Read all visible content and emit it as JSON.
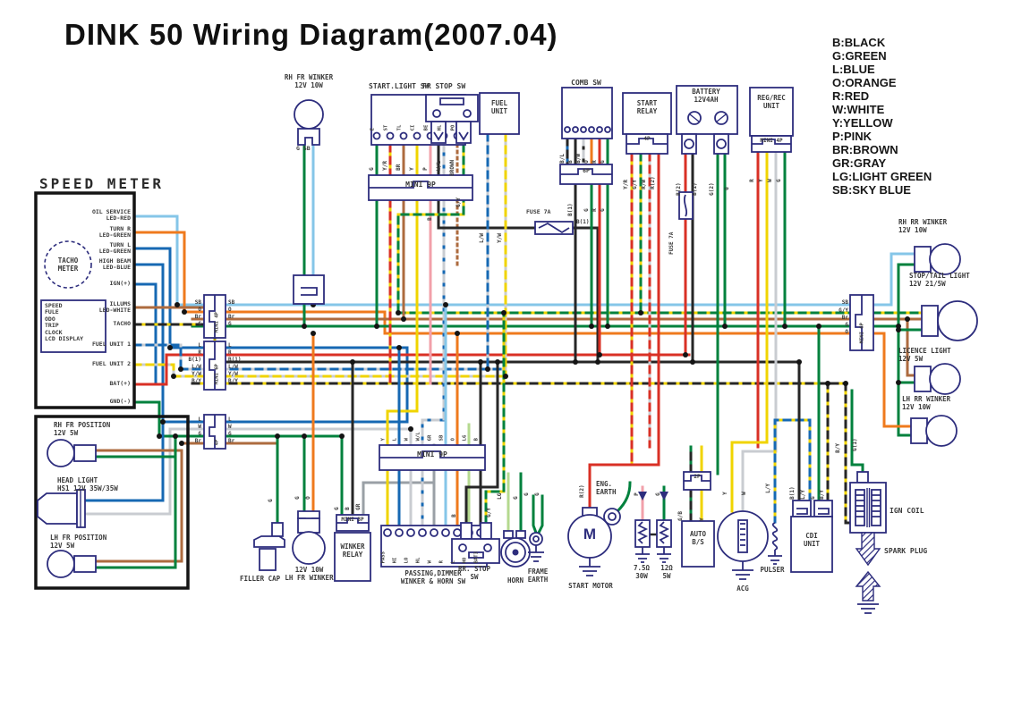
{
  "title": "DINK 50 Wiring Diagram(2007.04)",
  "legend": [
    "B:BLACK",
    "G:GREEN",
    "L:BLUE",
    "O:ORANGE",
    "R:RED",
    "W:WHITE",
    "Y:YELLOW",
    "P:PINK",
    "BR:BROWN",
    "GR:GRAY",
    "LG:LIGHT GREEN",
    "SB:SKY BLUE"
  ],
  "colors": {
    "black": "#262626",
    "green": "#00813d",
    "blue": "#1668b3",
    "orange": "#ef7a1d",
    "red": "#d93025",
    "white": "#c9ccd1",
    "yellow": "#f0d400",
    "pink": "#f2a0aa",
    "brown": "#ad6b3f",
    "gray": "#9aa0a6",
    "light_green": "#b5d98f",
    "sky_blue": "#85c6e8",
    "outline": "#2d2d7d",
    "label": "#3a3a3a"
  },
  "speed_meter": {
    "title": "SPEED METER",
    "tacho": "TACHO\nMETER",
    "display": "SPEED\nFULE\nODO\nTRIP\nCLOCK\nLCD DISPLAY",
    "pins": [
      "OIL SERVICE\nLED-RED",
      "TURN R\nLED-GREEN",
      "TURN L\nLED-GREEN",
      "HIGH BEAM\nLED-BLUE",
      "IGN(+)",
      "ILLUMS\nLED-WHITE",
      "TACHO",
      "FUEL UNIT 1",
      "FUEL UNIT 2",
      "BAT(+)",
      "GND(-)"
    ]
  },
  "front": {
    "rh_position": "RH FR POSITION\n12V 5W",
    "head_light": "HEAD LIGHT\nHS1 12V 35W/35W",
    "lh_position": "LH FR POSITION\n12V 5W"
  },
  "top": {
    "rh_fr_winker": "RH FR WINKER\n12V 10W",
    "rh_fr_winker_wires": "G SB",
    "start_light_sw": "START.LIGHT SW",
    "start_light_pins": [
      "E",
      "ST",
      "TL",
      "CI",
      "BE",
      "HL",
      "PO"
    ],
    "start_light_wires": [
      "G",
      "Y/R",
      "BR",
      "Y",
      "P",
      "W/L",
      "BROWN"
    ],
    "mini9p_top": "MINI 9P",
    "fr_stop_sw": "FR STOP SW",
    "fr_stop_wires": [
      "B",
      "G/Y"
    ],
    "fuel_unit": "FUEL\nUNIT",
    "fuel_unit_wires": [
      "L/W",
      "Y/W"
    ],
    "fuse_h": "FUSE 7A",
    "fuse_h_wires": [
      "B",
      "B(1)"
    ],
    "comb_sw": "COMB SW",
    "comb_wires": [
      "B/L",
      "B",
      "B/W",
      "O",
      "R",
      "G"
    ],
    "comb_conn": "6P",
    "comb_lower_wires": [
      "B(1)",
      "G",
      "R",
      "G"
    ],
    "start_relay": "START\nRELAY",
    "relay_conn": "4P",
    "relay_wires": [
      "Y/R",
      "G/Y",
      "R/W",
      "R(2)"
    ],
    "battery": "BATTERY\n12V4AH",
    "battery_wires": [
      "R(2)",
      "B(1)",
      "G(2)",
      "G"
    ],
    "fuse_v": "FUSE 7A",
    "regrec": "REG/REC\nUNIT",
    "regrec_conn": "MINI 4P",
    "regrec_wires": [
      "R",
      "Y",
      "W",
      "G"
    ]
  },
  "left_conn": {
    "c1": "MINI 4P",
    "c1_wires": [
      "SB",
      "O",
      "Br",
      "G"
    ],
    "c2": "MINI 6P",
    "c2_wires": [
      "L",
      "R",
      "B(1)",
      "L/W",
      "Y/W",
      "B/Y"
    ],
    "c3": "4P",
    "c3_wires": [
      "L",
      "W",
      "G",
      "Br"
    ]
  },
  "right": {
    "conn": "MINI 6P",
    "conn_wires": [
      "SB",
      "G/Y",
      "Br",
      "G",
      "O"
    ],
    "rh_rr_winker": "RH RR WINKER\n12V 10W",
    "stop_tail": "STOP/TAIL LIGHT\n12V 21/5W",
    "licence": "LICENCE LIGHT\n12V 5W",
    "lh_rr_winker": "LH RR WINKER\n12V 10W"
  },
  "bottom": {
    "filler_cap": "FILLER CAP",
    "filler_wire": "G",
    "lh_fr_winker": "12V 10W\nLH FR WINKER",
    "lh_fr_winker_wires": [
      "G",
      "O"
    ],
    "winker_relay": "WINKER\nRELAY",
    "winker_conn": "MINI 3P",
    "winker_wires": [
      "G",
      "B",
      "GR"
    ],
    "mini9p": "MINI 9P",
    "mini9p_wires": [
      "Y",
      "L",
      "W",
      "W/L",
      "GR",
      "SB",
      "O",
      "LG",
      "B"
    ],
    "passing_sw": "PASSING,DIMMER\nWINKER & HORN SW",
    "passing_pins": [
      "PASS",
      "HI",
      "LO",
      "HL",
      "W",
      "R",
      "L",
      "HO",
      "BAT3"
    ],
    "rr_stop_sw": "RR. STOP\nSW",
    "rr_stop_wires": [
      "B",
      "G/Y"
    ],
    "horn": "HORN",
    "horn_wires": [
      "LG",
      "G"
    ],
    "frame_earth": "FRAME\nEARTH",
    "frame_earth_wires": [
      "G",
      "G"
    ],
    "start_motor": "START MOTOR",
    "motor_m": "M",
    "motor_wire": "R(2)",
    "eng_earth": "ENG.\nEARTH",
    "resistor1": "7.5Ω\n30W",
    "resistor2": "12Ω\n5W",
    "resistor_wires": [
      "P",
      "G"
    ],
    "auto_bs": "AUTO\nB/S",
    "auto_conn": "2P",
    "auto_wires": [
      "G/B",
      "Y"
    ],
    "acg": "ACG",
    "acg_wires": [
      "Y",
      "W"
    ],
    "pulser": "PULSER",
    "pulser_wire": "L/Y",
    "cdi": "CDI\nUNIT",
    "cdi_wires": [
      "B(1)",
      "L/Y",
      "G",
      "B/Y"
    ],
    "ign_coil": "IGN COIL",
    "ign_coil_wires": [
      "B/Y",
      "G(1)"
    ],
    "spark_plug": "SPARK PLUG"
  }
}
